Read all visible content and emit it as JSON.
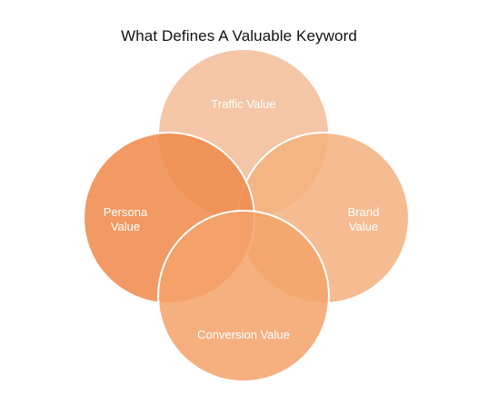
{
  "title": "What Defines A Valuable Keyword",
  "circles": [
    {
      "id": "traffic",
      "lines": [
        "Traffic Value"
      ],
      "color": "#F2BC96"
    },
    {
      "id": "brand",
      "lines": [
        "Brand",
        "Value"
      ],
      "color": "#F4B07E"
    },
    {
      "id": "persona",
      "lines": [
        "Persona",
        "Value"
      ],
      "color": "#EF8C4F"
    },
    {
      "id": "conversion",
      "lines": [
        "Conversion Value"
      ],
      "color": "#F4A36B"
    }
  ]
}
